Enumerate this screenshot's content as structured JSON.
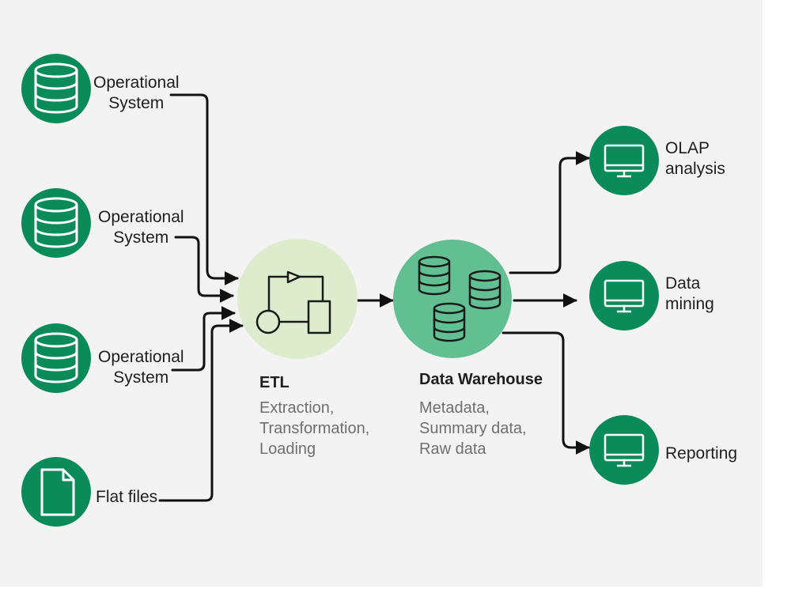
{
  "colors": {
    "node_green": "#0b8a5a",
    "etl_circle": "#dceccc",
    "warehouse_circle": "#62bf92",
    "line": "#111111",
    "background": "#f3f3f3"
  },
  "sources": [
    {
      "icon": "database-icon",
      "label_lines": [
        "Operational",
        "System"
      ]
    },
    {
      "icon": "database-icon",
      "label_lines": [
        "Operational",
        "System"
      ]
    },
    {
      "icon": "database-icon",
      "label_lines": [
        "Operational",
        "System"
      ]
    },
    {
      "icon": "file-icon",
      "label_lines": [
        "Flat files"
      ]
    }
  ],
  "etl": {
    "icon": "process-flow-icon",
    "title": "ETL",
    "desc_lines": [
      "Extraction,",
      "Transformation,",
      "Loading"
    ]
  },
  "warehouse": {
    "icon": "database-cluster-icon",
    "title": "Data Warehouse",
    "desc_lines": [
      "Metadata,",
      "Summary data,",
      "Raw data"
    ]
  },
  "outputs": [
    {
      "icon": "monitor-icon",
      "label_lines": [
        "OLAP",
        "analysis"
      ]
    },
    {
      "icon": "monitor-icon",
      "label_lines": [
        "Data",
        "mining"
      ]
    },
    {
      "icon": "monitor-icon",
      "label_lines": [
        "Reporting"
      ]
    }
  ]
}
